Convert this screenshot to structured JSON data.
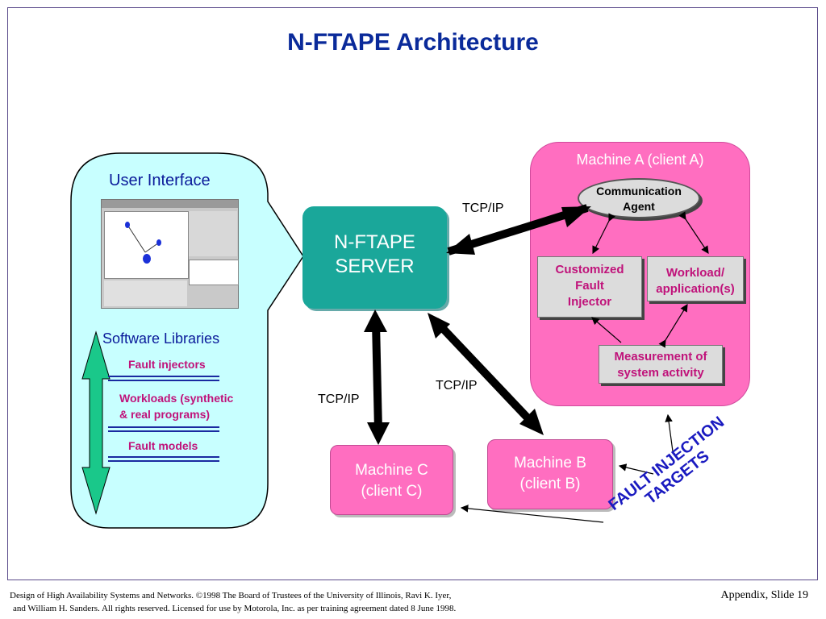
{
  "title": "N-FTAPE Architecture",
  "user_interface": {
    "heading": "User Interface",
    "software_libraries": "Software Libraries",
    "libraries": [
      "Fault injectors",
      "Workloads (synthetic",
      "& real programs)",
      "Fault models"
    ]
  },
  "server": {
    "line1": "N-FTAPE",
    "line2": "SERVER"
  },
  "machine_a": {
    "title": "Machine A (client A)",
    "communication_agent": [
      "Communication",
      "Agent"
    ],
    "fault_injector": [
      "Customized",
      "Fault",
      "Injector"
    ],
    "workload": [
      "Workload/",
      "application(s)"
    ],
    "measurement": [
      "Measurement of",
      "system activity"
    ]
  },
  "machine_b": [
    "Machine B",
    "(client B)"
  ],
  "machine_c": [
    "Machine C",
    "(client C)"
  ],
  "tcpip": {
    "a": "TCP/IP",
    "b": "TCP/IP",
    "c": "TCP/IP"
  },
  "fault_injection_targets": [
    "FAULT INJECTION",
    "TARGETS"
  ],
  "footer": {
    "line1": "Design of High Availability Systems and Networks.  ©1998 The Board of Trustees of the University of Illinois, Ravi K. Iyer,",
    "line2": "and William H. Sanders.  All rights reserved.  Licensed for use by Motorola, Inc. as per training agreement dated 8 June 1998.",
    "slide": "Appendix, Slide 19"
  },
  "colors": {
    "title": "#0a2a9a",
    "server": "#1aa79a",
    "machine": "#ff6ec0",
    "ui_panel": "#c8ffff",
    "double_arrow": "#000000"
  }
}
